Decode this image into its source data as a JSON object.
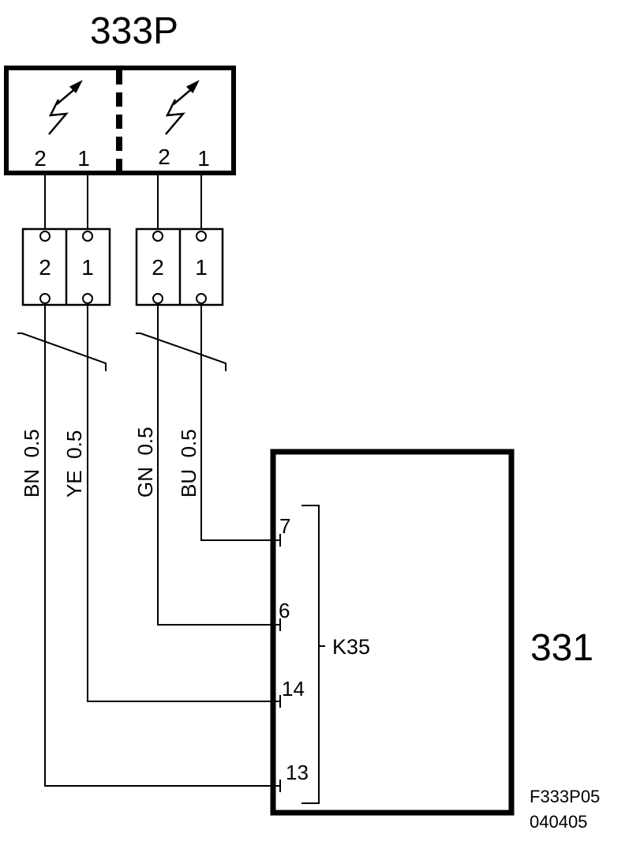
{
  "connector_title": "333P",
  "unit_label": "331",
  "bracket_label": "K35",
  "footer": {
    "line1": "F333P05",
    "line2": "040405"
  },
  "sensor_left": {
    "pin_a": "2",
    "pin_b": "1"
  },
  "sensor_right": {
    "pin_a": "2",
    "pin_b": "1"
  },
  "terminals": [
    "2",
    "1",
    "2",
    "1"
  ],
  "wires": [
    {
      "label": "BN  0.5",
      "color": "BN",
      "size": "0.5",
      "pin": "13"
    },
    {
      "label": "YE  0.5",
      "color": "YE",
      "size": "0.5",
      "pin": "14"
    },
    {
      "label": "GN  0.5",
      "color": "GN",
      "size": "0.5",
      "pin": "6"
    },
    {
      "label": "BU  0.5",
      "color": "BU",
      "size": "0.5",
      "pin": "7"
    }
  ],
  "pins": [
    "7",
    "6",
    "14",
    "13"
  ],
  "colors": {
    "line": "#000000",
    "background": "#ffffff"
  },
  "icons": [
    "lightning-arrow-icon",
    "lightning-arrow-icon"
  ]
}
